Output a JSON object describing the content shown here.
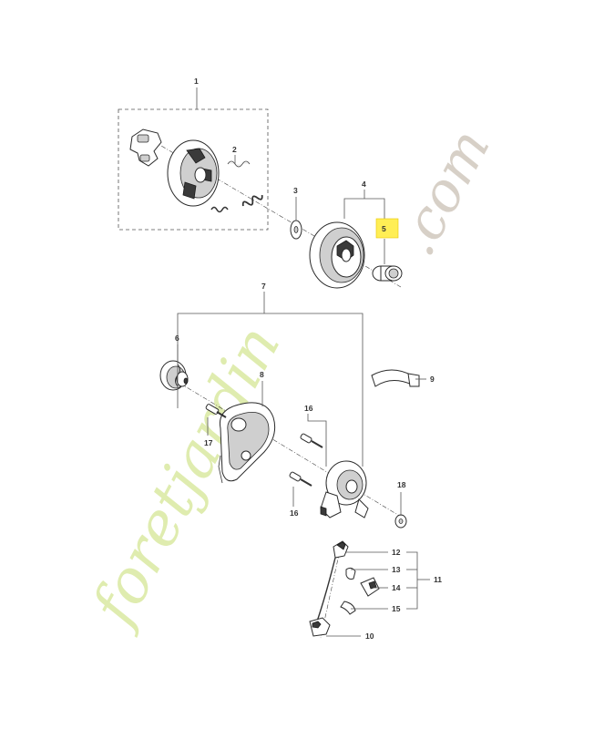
{
  "diagram": {
    "highlight_color": "#ffee55",
    "watermark": {
      "green_text": "foretjardin",
      "grey_text": ".com",
      "green_color": "#c6dd6f",
      "grey_color": "#b8aa9a"
    },
    "parts": [
      {
        "id": "p1",
        "label": "1"
      },
      {
        "id": "p2",
        "label": "2"
      },
      {
        "id": "p3",
        "label": "3"
      },
      {
        "id": "p4",
        "label": "4"
      },
      {
        "id": "p5",
        "label": "5",
        "highlighted": true
      },
      {
        "id": "p6",
        "label": "6"
      },
      {
        "id": "p7",
        "label": "7"
      },
      {
        "id": "p8",
        "label": "8"
      },
      {
        "id": "p9",
        "label": "9"
      },
      {
        "id": "p10",
        "label": "10"
      },
      {
        "id": "p11",
        "label": "11"
      },
      {
        "id": "p12",
        "label": "12"
      },
      {
        "id": "p13",
        "label": "13"
      },
      {
        "id": "p14",
        "label": "14"
      },
      {
        "id": "p15",
        "label": "15"
      },
      {
        "id": "p16a",
        "label": "16"
      },
      {
        "id": "p16b",
        "label": "16"
      },
      {
        "id": "p17",
        "label": "17"
      },
      {
        "id": "p18",
        "label": "18"
      }
    ]
  }
}
